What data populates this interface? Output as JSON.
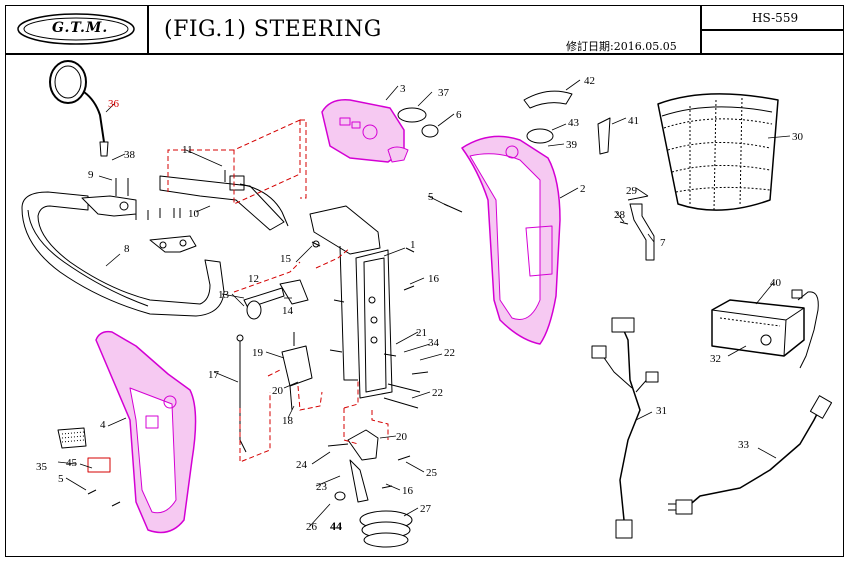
{
  "header": {
    "logo_text": "G.T.M.",
    "title": "(FIG.1) STEERING",
    "model_code": "HS-559",
    "revision": "修訂日期:2016.05.05"
  },
  "colors": {
    "highlight": "#d400d4",
    "highlight_fill": "#f6c9f2",
    "red_callout": "#d40000",
    "assembly_line": "#d40000",
    "line": "#000000"
  },
  "parts": [
    "1",
    "2",
    "3",
    "4",
    "5",
    "5",
    "6",
    "7",
    "8",
    "9",
    "10",
    "11",
    "12",
    "13",
    "14",
    "15",
    "16",
    "16",
    "17",
    "18",
    "19",
    "20",
    "20",
    "21",
    "22",
    "22",
    "23",
    "24",
    "25",
    "26",
    "27",
    "28",
    "29",
    "30",
    "31",
    "32",
    "33",
    "34",
    "35",
    "36",
    "37",
    "38",
    "39",
    "40",
    "41",
    "42",
    "43",
    "44",
    "45"
  ]
}
